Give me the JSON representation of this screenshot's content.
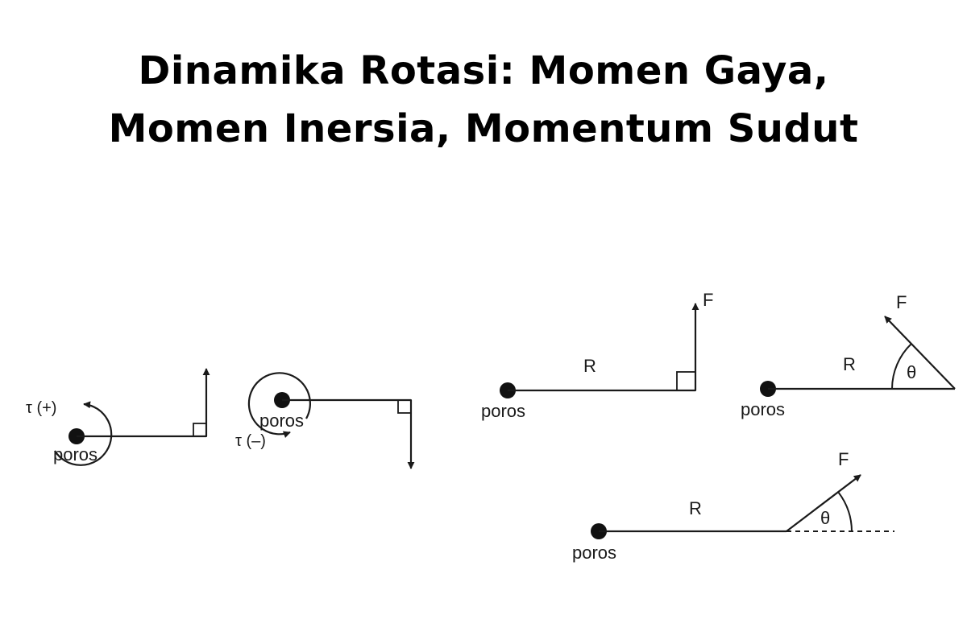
{
  "title": {
    "line1": "Dinamika Rotasi: Momen Gaya,",
    "line2": "Momen Inersia, Momentum Sudut"
  },
  "labels": {
    "torque_positive": "τ (+)",
    "torque_negative": "τ (–)",
    "pivot": "poros",
    "arm": "R",
    "force": "F",
    "angle": "θ"
  },
  "colors": {
    "ink": "#1a1a1a",
    "background": "#ffffff"
  }
}
